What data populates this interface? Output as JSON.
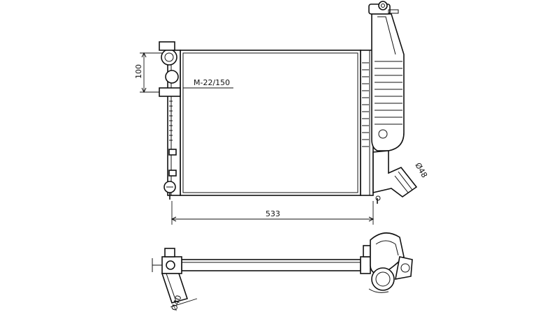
{
  "dimensions": {
    "height_label": "100",
    "core_label": "M-22/150",
    "width_label": "533",
    "outlet_label": "Ø48",
    "inlet_label": "Ø40"
  }
}
